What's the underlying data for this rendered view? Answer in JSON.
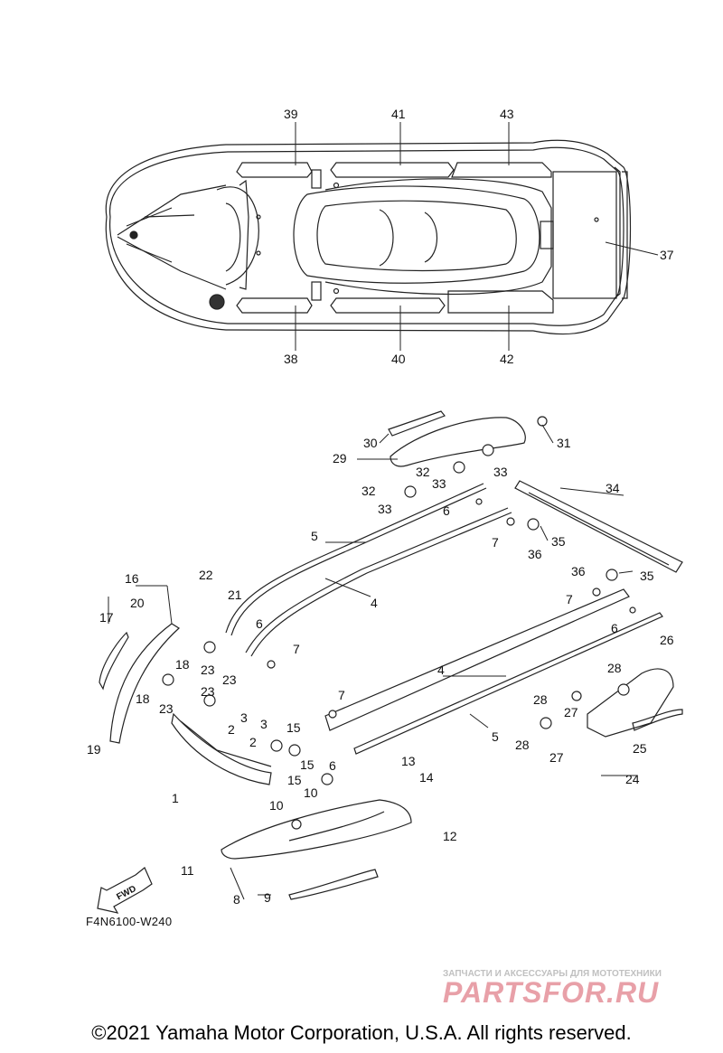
{
  "diagram_code": "F4N6100-W240",
  "fwd_label": "FWD",
  "copyright": "©2021 Yamaha Motor Corporation, U.S.A. All rights reserved.",
  "watermark": {
    "tagline": "ЗАПЧАСТИ И АКСЕССУАРЫ ДЛЯ МОТОТЕХНИКИ",
    "logo": "PARTSFOR.RU"
  },
  "callouts": {
    "c1": "1",
    "c2a": "2",
    "c2b": "2",
    "c3a": "3",
    "c3b": "3",
    "c4a": "4",
    "c4b": "4",
    "c5a": "5",
    "c5b": "5",
    "c6a": "6",
    "c6b": "6",
    "c6c": "6",
    "c6d": "6",
    "c7a": "7",
    "c7b": "7",
    "c7c": "7",
    "c7d": "7",
    "c8": "8",
    "c9": "9",
    "c10a": "10",
    "c10b": "10",
    "c11": "11",
    "c12": "12",
    "c13": "13",
    "c14": "14",
    "c15a": "15",
    "c15b": "15",
    "c15c": "15",
    "c16": "16",
    "c17": "17",
    "c18a": "18",
    "c18b": "18",
    "c19": "19",
    "c20": "20",
    "c21": "21",
    "c22": "22",
    "c23a": "23",
    "c23b": "23",
    "c23c": "23",
    "c23d": "23",
    "c24": "24",
    "c25": "25",
    "c26": "26",
    "c27a": "27",
    "c27b": "27",
    "c28a": "28",
    "c28b": "28",
    "c28c": "28",
    "c29": "29",
    "c30": "30",
    "c31": "31",
    "c32a": "32",
    "c32b": "32",
    "c33a": "33",
    "c33b": "33",
    "c33c": "33",
    "c34": "34",
    "c35a": "35",
    "c35b": "35",
    "c36a": "36",
    "c36b": "36",
    "c37": "37",
    "c38": "38",
    "c39": "39",
    "c40": "40",
    "c41": "41",
    "c42": "42",
    "c43": "43"
  }
}
